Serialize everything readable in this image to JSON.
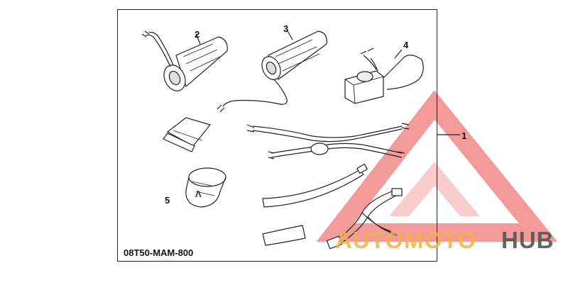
{
  "diagram": {
    "part_number": "08T50-MAM-800",
    "callouts": [
      {
        "id": "1",
        "label": "1"
      },
      {
        "id": "2",
        "label": "2"
      },
      {
        "id": "3",
        "label": "3"
      },
      {
        "id": "4",
        "label": "4"
      },
      {
        "id": "5",
        "label": "5"
      }
    ]
  },
  "watermark": {
    "word_part1": "AUTOMOTO",
    "word_part2": "HUB",
    "color_primary": "#f07a7a",
    "color_accent": "#f2b24a",
    "color_dark": "#555555"
  }
}
